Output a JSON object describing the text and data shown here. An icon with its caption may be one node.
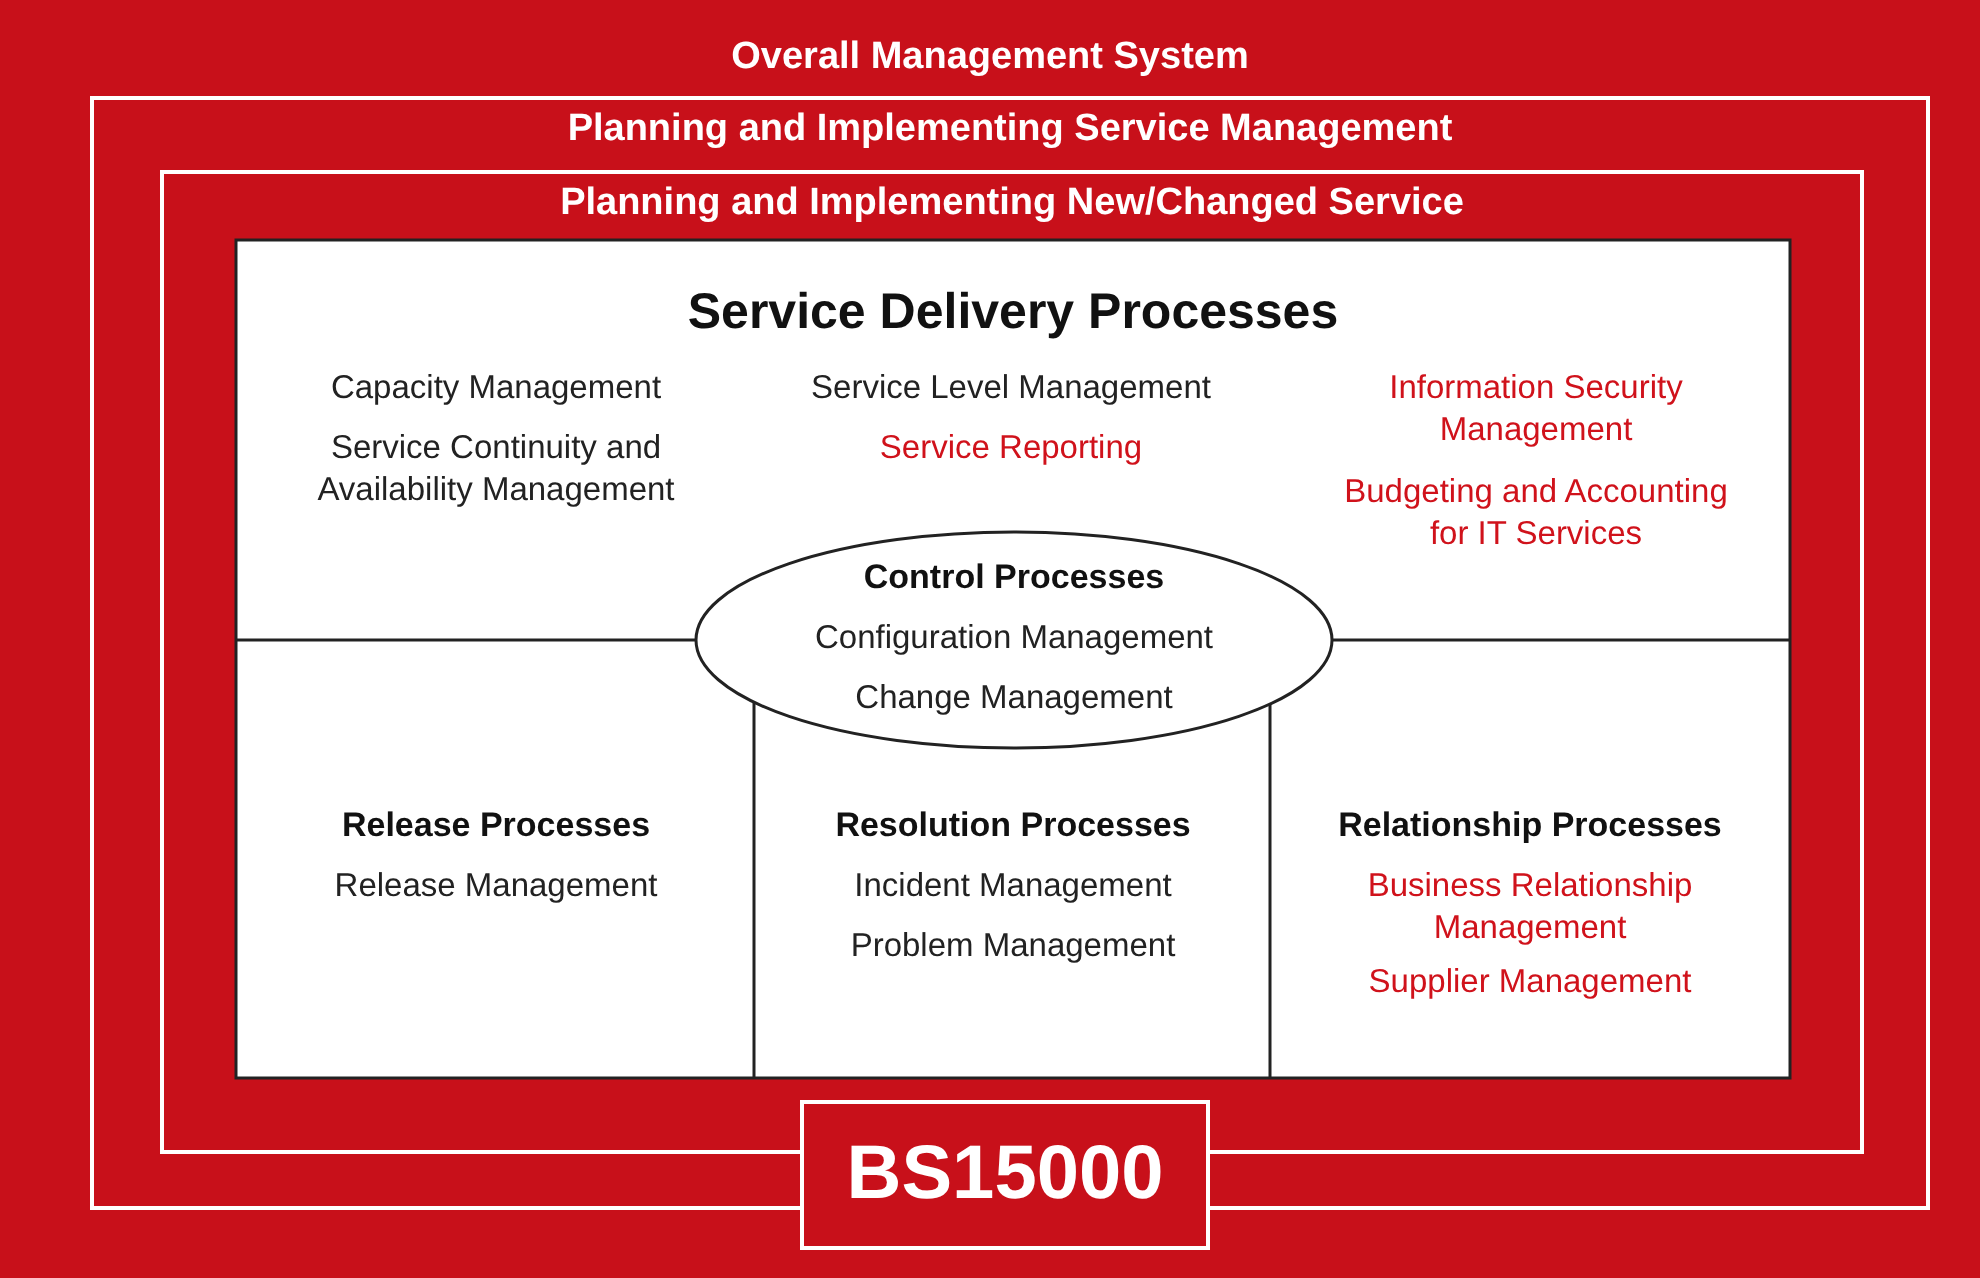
{
  "diagram": {
    "nodes": [
      {
        "text": [
          "Overall Management System"
        ]
      },
      {
        "text": [
          "Planning and Implementing Service Management"
        ],
        "in": 0
      },
      {
        "text": [
          "Planning and Implementing New/Changed Service"
        ],
        "in": 1
      },
      {
        "text": [
          "Service Delivery Processes",
          "Capacity Management",
          "Service Continuity and Availability Management",
          "Service Level Management",
          "Service Reporting",
          "Information Security Management",
          "Budgeting and Accounting for IT Services"
        ],
        "in": 2
      },
      {
        "text": [
          "Control Processes",
          "Configuration Management",
          "Change Management"
        ],
        "in": 2
      },
      {
        "text": [
          "Release Processes",
          "Release Management"
        ],
        "in": 2
      },
      {
        "text": [
          "Resolution Processes",
          "Incident Management",
          "Problem Management"
        ],
        "in": 2
      },
      {
        "text": [
          "Relationship Processes",
          "Business Relationship Management",
          "Supplier Management"
        ],
        "in": 2
      },
      {
        "text": [
          "BS15000"
        ],
        "in": 0
      }
    ]
  }
}
